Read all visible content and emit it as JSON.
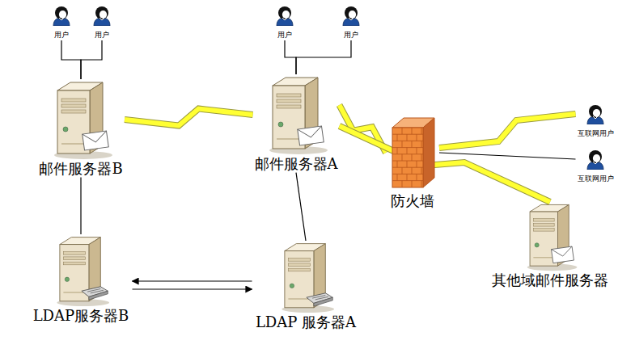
{
  "diagram": {
    "nodes": [
      {
        "text": [
          "用户"
        ]
      },
      {
        "text": [
          "用户"
        ]
      },
      {
        "text": [
          "用户"
        ]
      },
      {
        "text": [
          "用户"
        ]
      },
      {
        "text": [
          "邮件服务器B"
        ]
      },
      {
        "text": [
          "邮件服务器A"
        ]
      },
      {
        "text": [
          "互联网用户"
        ]
      },
      {
        "text": [
          "防火墙"
        ]
      },
      {
        "text": [
          "互联网用户"
        ]
      },
      {
        "text": [
          "其他域邮件服务器"
        ]
      },
      {
        "text": [
          "LDAP服务器B"
        ]
      },
      {
        "text": [
          "LDAP 服务器A"
        ]
      }
    ],
    "edges": [
      {
        "from": 0,
        "to": 4,
        "arrow": "none"
      },
      {
        "from": 1,
        "to": 4,
        "arrow": "none"
      },
      {
        "from": 2,
        "to": 5,
        "arrow": "none"
      },
      {
        "from": 3,
        "to": 5,
        "arrow": "none"
      },
      {
        "from": 4,
        "to": 5,
        "arrow": "none"
      },
      {
        "from": 5,
        "to": 7,
        "arrow": "none"
      },
      {
        "from": 7,
        "to": 6,
        "arrow": "none"
      },
      {
        "from": 7,
        "to": 8,
        "arrow": "none"
      },
      {
        "from": 5,
        "to": 9,
        "arrow": "none"
      },
      {
        "from": 4,
        "to": 10,
        "arrow": "none"
      },
      {
        "from": 5,
        "to": 11,
        "arrow": "none"
      },
      {
        "from": 11,
        "to": 10,
        "arrow": "to"
      },
      {
        "from": 10,
        "to": 11,
        "arrow": "to"
      }
    ]
  }
}
